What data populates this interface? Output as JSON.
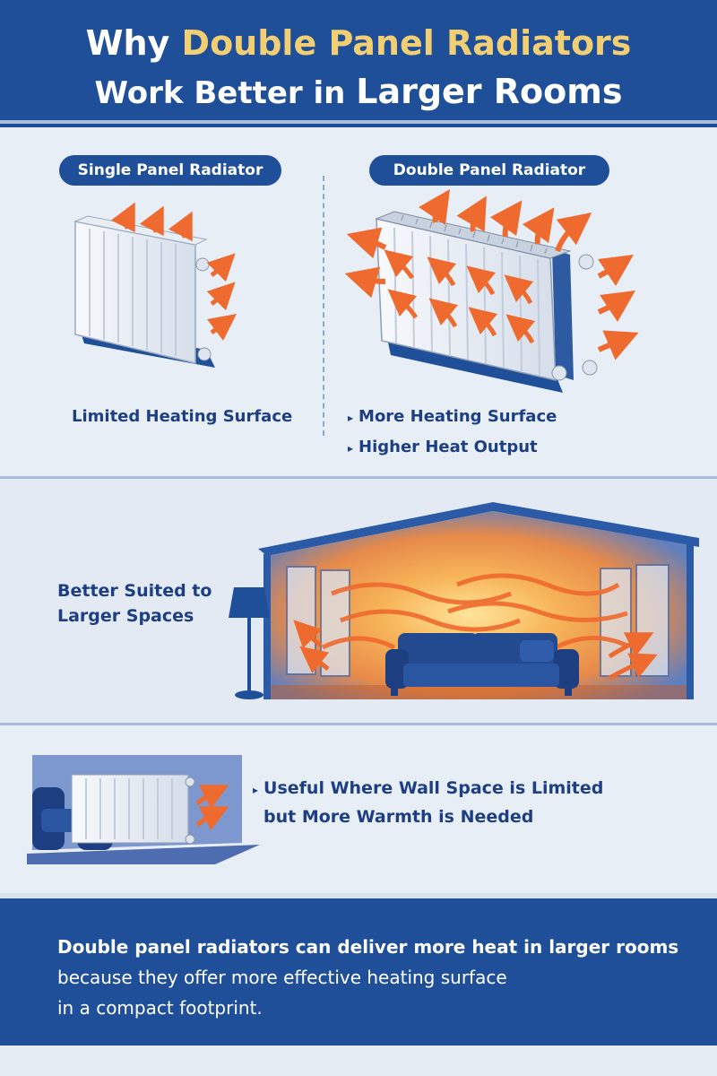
{
  "header": {
    "title_pre": "Why ",
    "title_highlight": "Double Panel Radiators",
    "title_line2_pre": "Work Better in ",
    "title_line2_big": "Larger Rooms"
  },
  "comparison": {
    "single": {
      "label": "Single Panel Radiator",
      "caption": "Limited Heating Surface"
    },
    "double": {
      "label": "Double Panel Radiator",
      "bullets": [
        "More Heating Surface",
        "Higher Heat Output"
      ]
    }
  },
  "room": {
    "caption_line1": "Better Suited to",
    "caption_line2": "Larger Spaces"
  },
  "wall": {
    "caption_line1": "Useful Where Wall Space is Limited",
    "caption_line2": "but More Warmth is Needed"
  },
  "footer": {
    "line1": "Double panel radiators can deliver more heat in larger rooms",
    "line2": "because they offer more effective heating surface",
    "line3": "in a compact footprint."
  },
  "colors": {
    "navy": "#1f4f98",
    "gold": "#f3cf73",
    "heat_orange": "#ef6a2e",
    "background": "#e6ecf4"
  },
  "icons": [
    "radiator-icon",
    "heat-arrow-icon",
    "floor-lamp-icon",
    "sofa-icon",
    "armchair-icon"
  ]
}
